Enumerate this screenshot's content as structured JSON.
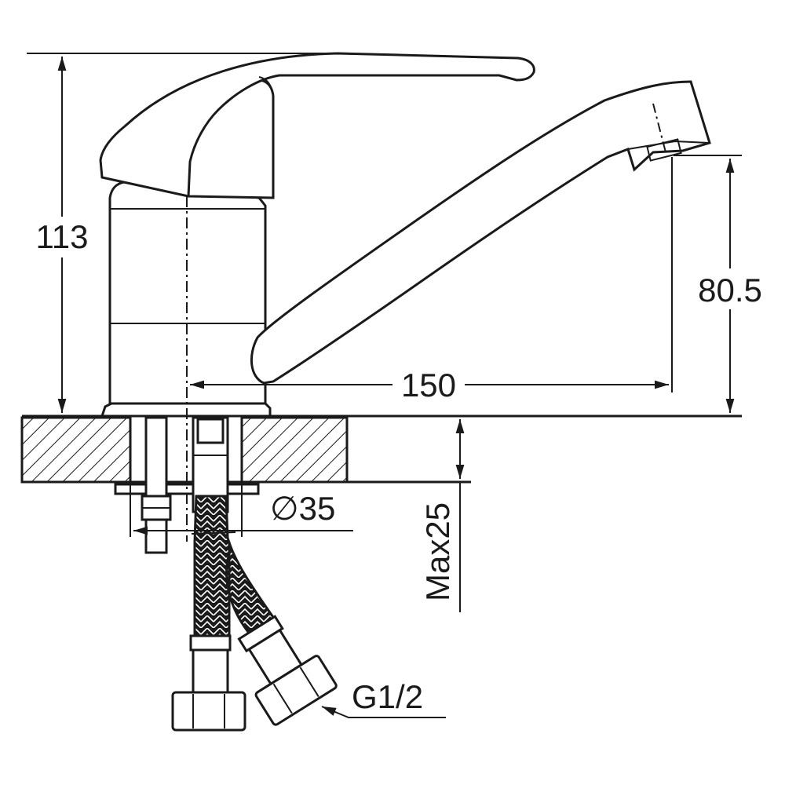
{
  "dimensions": {
    "total_height": "113",
    "spout_height": "80.5",
    "spout_reach": "150",
    "hole_diameter": "∅35",
    "max_countertop": "Max25",
    "thread": "G1/2"
  },
  "colors": {
    "line": "#1a1a1a",
    "background": "#ffffff"
  }
}
